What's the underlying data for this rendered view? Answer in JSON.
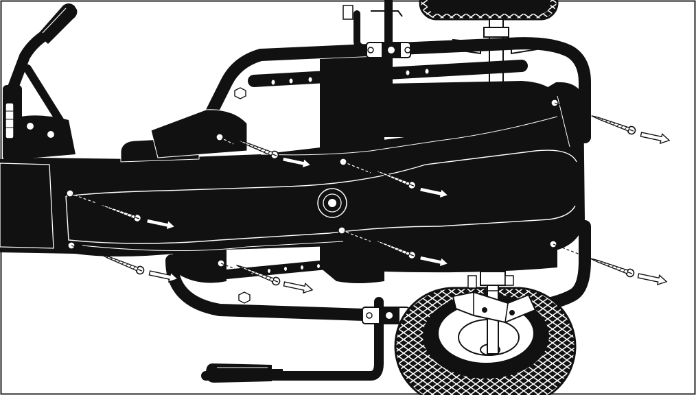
{
  "figure": {
    "kind": "exploded assembly illustration",
    "colors": {
      "ink": "#111111",
      "paper": "#ffffff",
      "frame": "#222222"
    },
    "icons": [
      "screw-icon",
      "insertion-arrow-icon",
      "wheel-icon",
      "handle-icon",
      "bracket-icon",
      "nut-icon"
    ],
    "screw_count": 8,
    "wheel_count": 2
  }
}
